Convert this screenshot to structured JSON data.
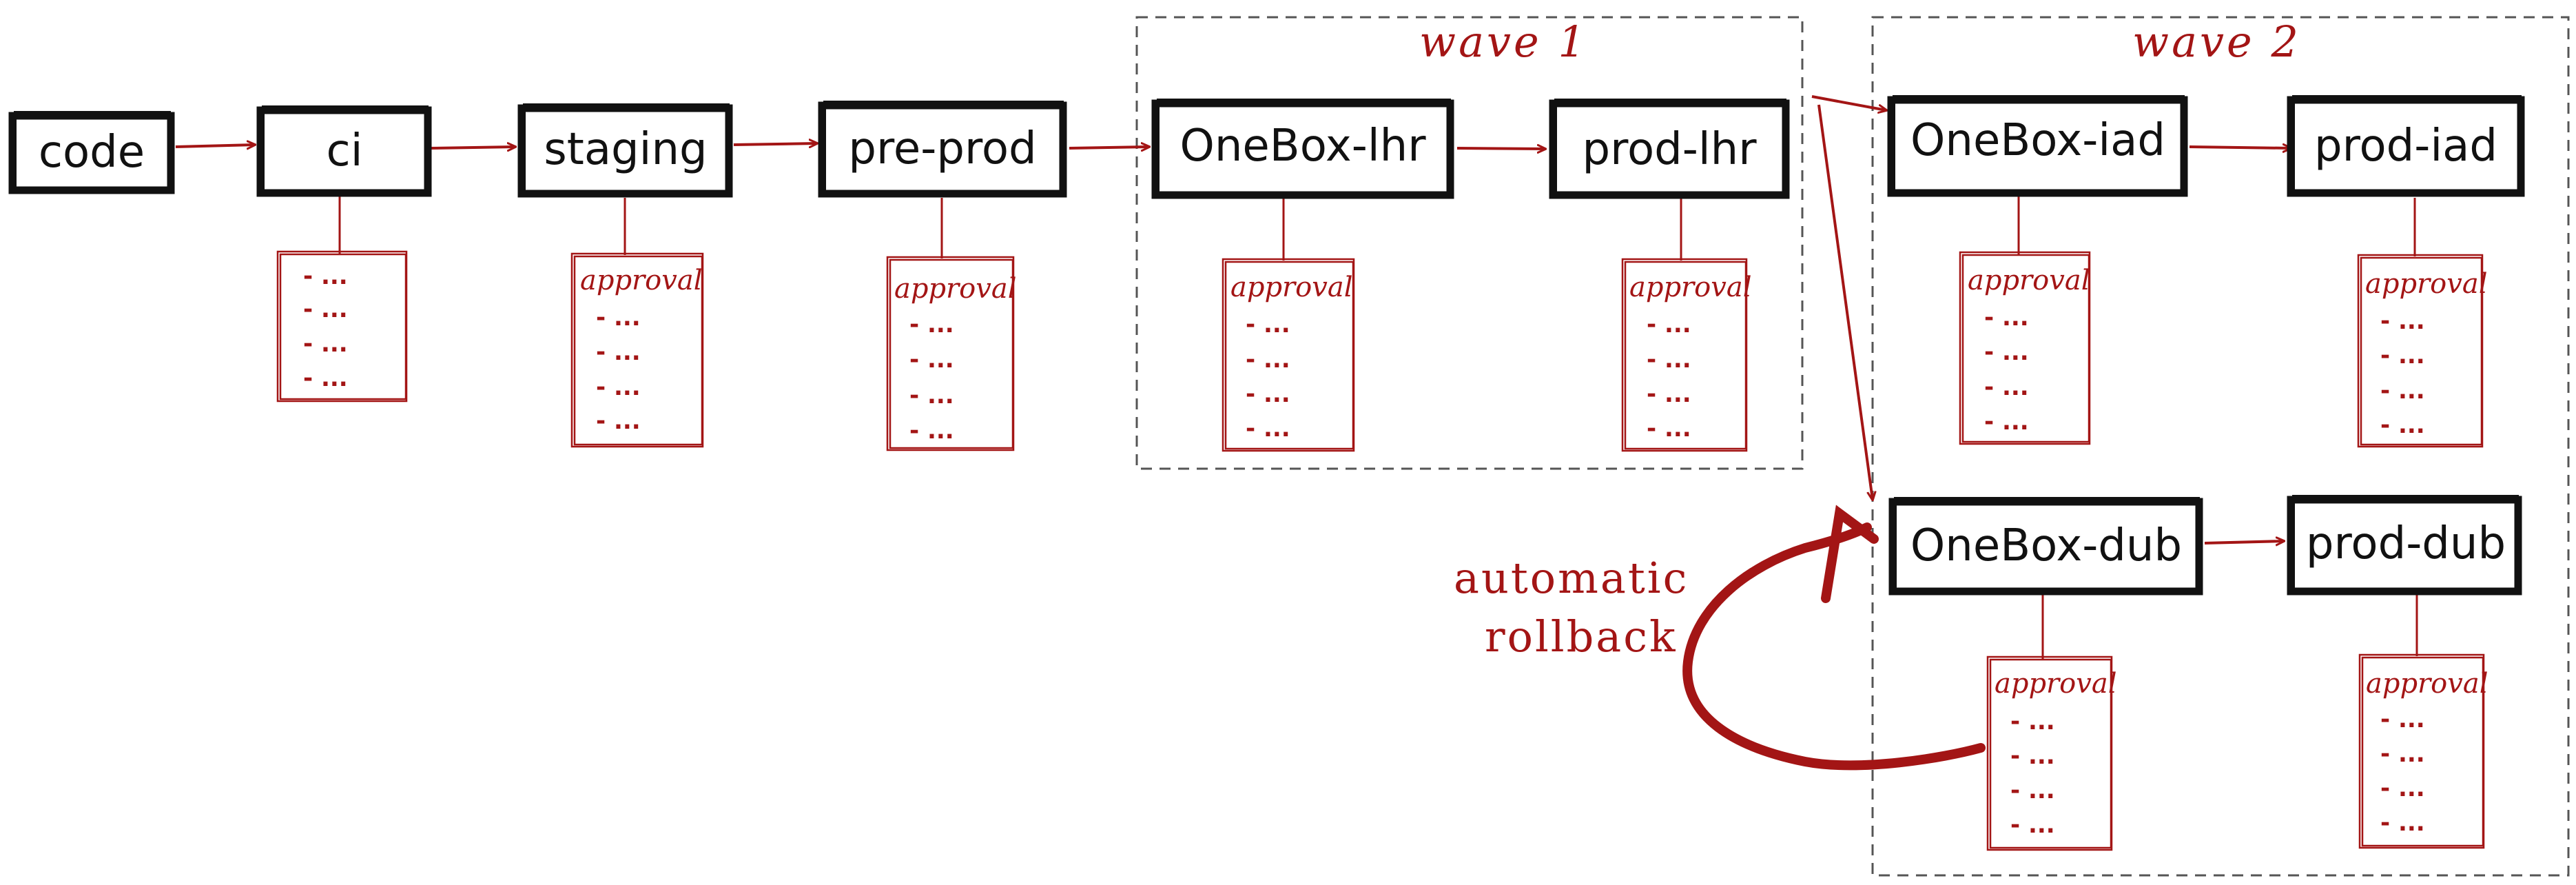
{
  "stages": [
    {
      "id": "code",
      "label": "code"
    },
    {
      "id": "ci",
      "label": "ci"
    },
    {
      "id": "staging",
      "label": "staging"
    },
    {
      "id": "pre-prod",
      "label": "pre-prod"
    },
    {
      "id": "onebox-lhr",
      "label": "OneBox-lhr"
    },
    {
      "id": "prod-lhr",
      "label": "prod-lhr"
    },
    {
      "id": "onebox-iad",
      "label": "OneBox-iad"
    },
    {
      "id": "prod-iad",
      "label": "prod-iad"
    },
    {
      "id": "onebox-dub",
      "label": "OneBox-dub"
    },
    {
      "id": "prod-dub",
      "label": "prod-dub"
    }
  ],
  "waves": [
    {
      "id": "wave-1",
      "label": "wave 1"
    },
    {
      "id": "wave-2",
      "label": "wave 2"
    }
  ],
  "notes": [
    {
      "stage": "ci",
      "title": "",
      "items": [
        "- ...",
        "- ...",
        "- ...",
        "- ..."
      ]
    },
    {
      "stage": "staging",
      "title": "approval",
      "items": [
        "- ...",
        "- ...",
        "- ...",
        "- ..."
      ]
    },
    {
      "stage": "pre-prod",
      "title": "approval",
      "items": [
        "- ...",
        "- ...",
        "- ...",
        "- ..."
      ]
    },
    {
      "stage": "onebox-lhr",
      "title": "approval",
      "items": [
        "- ...",
        "- ...",
        "- ...",
        "- ..."
      ]
    },
    {
      "stage": "prod-lhr",
      "title": "approval",
      "items": [
        "- ...",
        "- ...",
        "- ...",
        "- ..."
      ]
    },
    {
      "stage": "onebox-iad",
      "title": "approval",
      "items": [
        "- ...",
        "- ...",
        "- ...",
        "- ..."
      ]
    },
    {
      "stage": "prod-iad",
      "title": "approval",
      "items": [
        "- ...",
        "- ...",
        "- ...",
        "- ..."
      ]
    },
    {
      "stage": "onebox-dub",
      "title": "approval",
      "items": [
        "- ...",
        "- ...",
        "- ...",
        "- ..."
      ]
    },
    {
      "stage": "prod-dub",
      "title": "approval",
      "items": [
        "- ...",
        "- ...",
        "- ...",
        "- ..."
      ]
    }
  ],
  "rollback": {
    "line1": "automatic",
    "line2": "rollback"
  },
  "colors": {
    "accent": "#a31515",
    "box_stroke": "#111111",
    "wave_border": "#555555",
    "background": "#ffffff"
  }
}
